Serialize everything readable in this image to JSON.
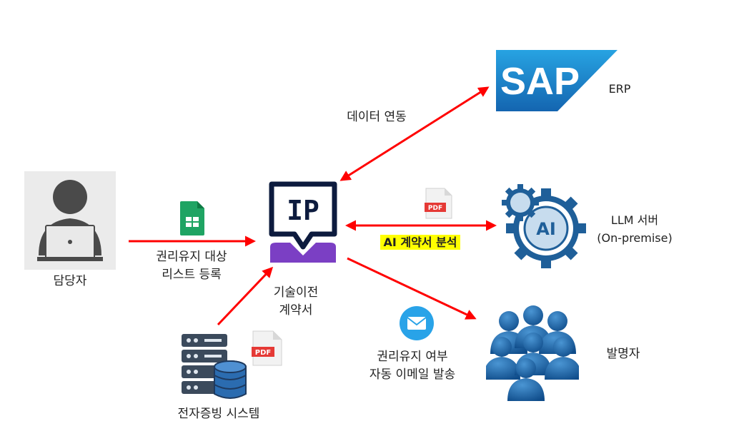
{
  "nodes": {
    "manager": {
      "label": "담당자"
    },
    "ip_system": {
      "logo_text": "IP",
      "label_line1": "기술이전",
      "label_line2": "계약서"
    },
    "sap": {
      "logo_text": "SAP",
      "label": "ERP"
    },
    "llm": {
      "icon_text": "AI",
      "label_line1": "LLM 서버",
      "label_line2": "(On-premise)"
    },
    "inventors": {
      "label": "발명자"
    },
    "evidence_system": {
      "label": "전자증빙 시스템"
    }
  },
  "edges": {
    "data_link": {
      "label": "데이터 연동"
    },
    "register": {
      "label_line1": "권리유지 대상",
      "label_line2": "리스트 등록"
    },
    "analysis": {
      "label": "AI 계약서 분석",
      "pdf_text": "PDF"
    },
    "email": {
      "label_line1": "권리유지 여부",
      "label_line2": "자동 이메일 발송"
    },
    "evidence": {
      "pdf_text": "PDF"
    }
  },
  "colors": {
    "arrow": "#ff0000",
    "sap_blue": "#1a78c2",
    "ip_navy": "#0d1b3e",
    "ip_purple": "#7b3fc4",
    "llm_blue": "#1f5f99",
    "highlight": "#ffff00"
  }
}
